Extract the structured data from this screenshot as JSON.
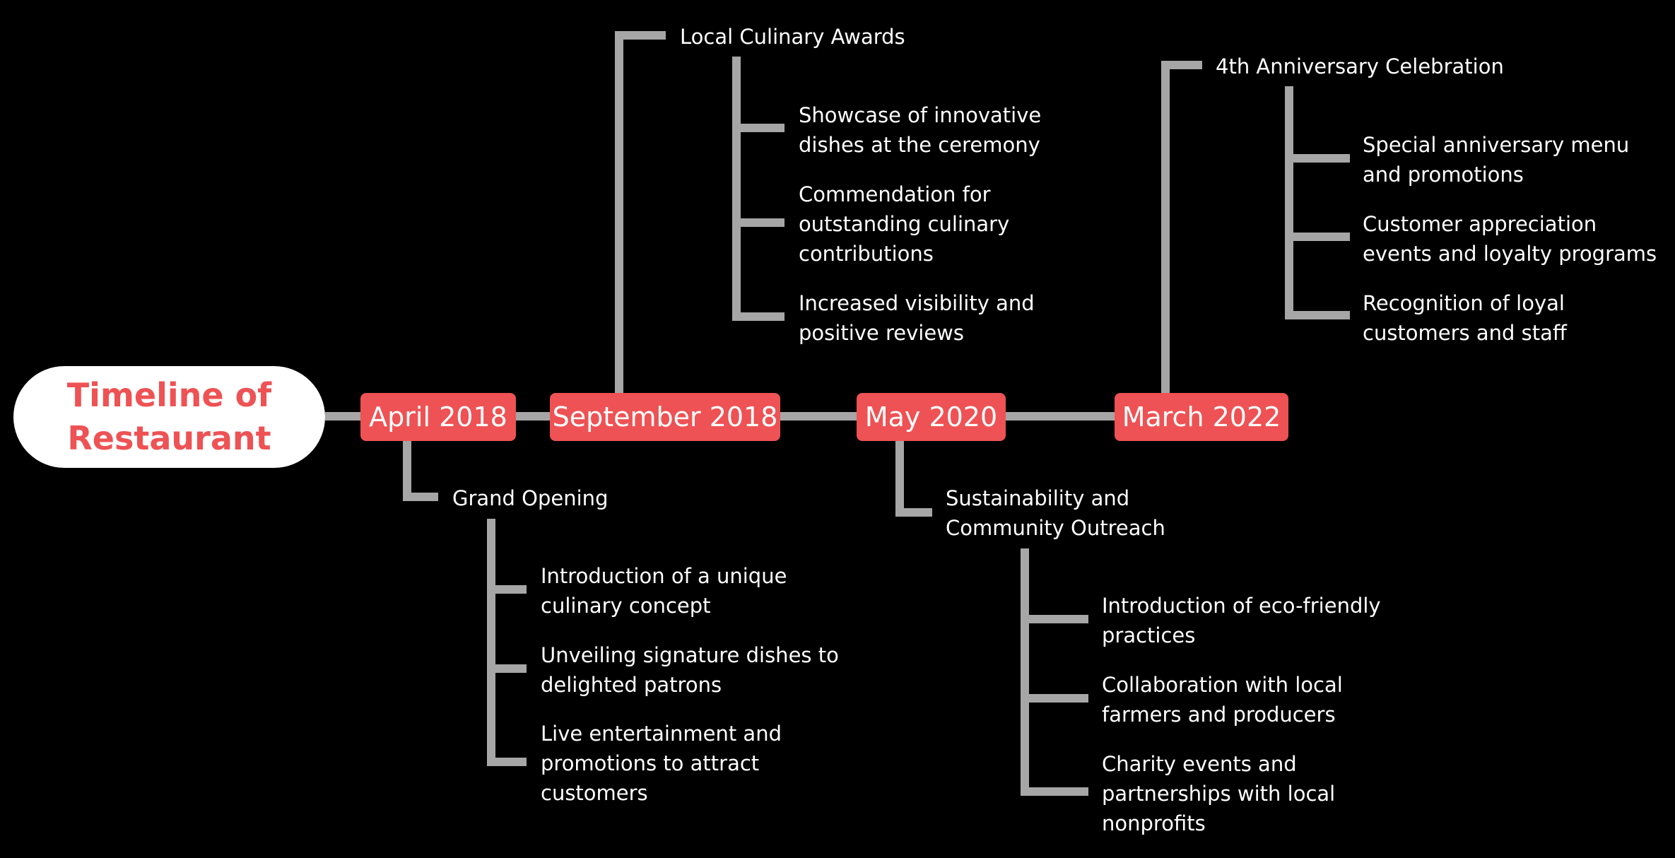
{
  "colors": {
    "background": "#000000",
    "accent": "#ee5254",
    "connector": "#a6a6a6",
    "text": "#ffffff"
  },
  "root": {
    "title": "Timeline of\nRestaurant"
  },
  "milestones": [
    {
      "date": "April 2018",
      "event": "Grand Opening",
      "details": [
        "Introduction of a unique\nculinary concept",
        "Unveiling signature dishes to\ndelighted patrons",
        "Live entertainment and\npromotions to attract\ncustomers"
      ]
    },
    {
      "date": "September 2018",
      "event": "Local Culinary Awards",
      "details": [
        "Showcase of innovative\ndishes at the ceremony",
        "Commendation for\noutstanding culinary\ncontributions",
        "Increased visibility and\npositive reviews"
      ]
    },
    {
      "date": "May 2020",
      "event": "Sustainability and\nCommunity Outreach",
      "details": [
        "Introduction of eco-friendly\npractices",
        "Collaboration with local\nfarmers and producers",
        "Charity events and\npartnerships with local\nnonprofits"
      ]
    },
    {
      "date": "March 2022",
      "event": "4th Anniversary Celebration",
      "details": [
        "Special anniversary menu\nand promotions",
        "Customer appreciation\nevents and loyalty programs",
        "Recognition of loyal\ncustomers and staff"
      ]
    }
  ]
}
